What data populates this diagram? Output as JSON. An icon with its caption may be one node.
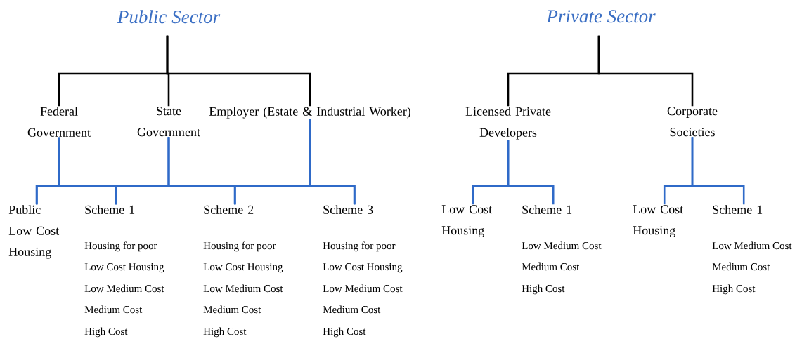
{
  "diagram": {
    "nodes": [
      {
        "text": [
          "Public Sector"
        ]
      },
      {
        "text": [
          "Federal Government"
        ]
      },
      {
        "text": [
          "State Government"
        ]
      },
      {
        "text": [
          "Employer (Estate & Industrial Worker)"
        ]
      },
      {
        "text": [
          "Public Low Cost Housing"
        ]
      },
      {
        "text": [
          "Scheme 1"
        ],
        "beside": [
          "Housing for poor",
          "Low Cost Housing",
          "Low Medium Cost",
          "Medium Cost",
          "High Cost"
        ]
      },
      {
        "text": [
          "Scheme 2"
        ],
        "beside": [
          "Housing for poor",
          "Low Cost Housing",
          "Low Medium Cost",
          "Medium Cost",
          "High Cost"
        ]
      },
      {
        "text": [
          "Scheme 3"
        ],
        "beside": [
          "Housing for poor",
          "Low Cost Housing",
          "Low Medium Cost",
          "Medium Cost",
          "High Cost"
        ]
      },
      {
        "text": [
          "Private Sector"
        ]
      },
      {
        "text": [
          "Licensed Private Developers"
        ]
      },
      {
        "text": [
          "Corporate Societies"
        ]
      },
      {
        "text": [
          "Low Cost Housing"
        ]
      },
      {
        "text": [
          "Scheme 1"
        ],
        "beside": [
          "Low Medium Cost",
          "Medium Cost",
          "High Cost"
        ]
      },
      {
        "text": [
          "Low Cost Housing"
        ]
      },
      {
        "text": [
          "Scheme 1"
        ],
        "beside": [
          "Low Medium Cost",
          "Medium Cost",
          "High Cost"
        ]
      }
    ],
    "edges": [
      {
        "from": 0,
        "to": 1,
        "arrow": "none",
        "color": "#000000"
      },
      {
        "from": 0,
        "to": 2,
        "arrow": "none",
        "color": "#000000"
      },
      {
        "from": 0,
        "to": 3,
        "arrow": "none",
        "color": "#000000"
      },
      {
        "from": 1,
        "to": 4,
        "arrow": "none"
      },
      {
        "from": 1,
        "to": 5,
        "arrow": "none"
      },
      {
        "from": 1,
        "to": 6,
        "arrow": "none"
      },
      {
        "from": 1,
        "to": 7,
        "arrow": "none"
      },
      {
        "from": 2,
        "to": 4,
        "arrow": "none"
      },
      {
        "from": 2,
        "to": 5,
        "arrow": "none"
      },
      {
        "from": 2,
        "to": 6,
        "arrow": "none"
      },
      {
        "from": 2,
        "to": 7,
        "arrow": "none"
      },
      {
        "from": 3,
        "to": 4,
        "arrow": "none"
      },
      {
        "from": 3,
        "to": 5,
        "arrow": "none"
      },
      {
        "from": 3,
        "to": 6,
        "arrow": "none"
      },
      {
        "from": 3,
        "to": 7,
        "arrow": "none"
      },
      {
        "from": 8,
        "to": 9,
        "arrow": "none",
        "color": "#000000"
      },
      {
        "from": 8,
        "to": 10,
        "arrow": "none",
        "color": "#000000"
      },
      {
        "from": 9,
        "to": 11,
        "arrow": "none"
      },
      {
        "from": 9,
        "to": 12,
        "arrow": "none"
      },
      {
        "from": 10,
        "to": 13,
        "arrow": "none"
      },
      {
        "from": 10,
        "to": 14,
        "arrow": "none"
      }
    ]
  }
}
